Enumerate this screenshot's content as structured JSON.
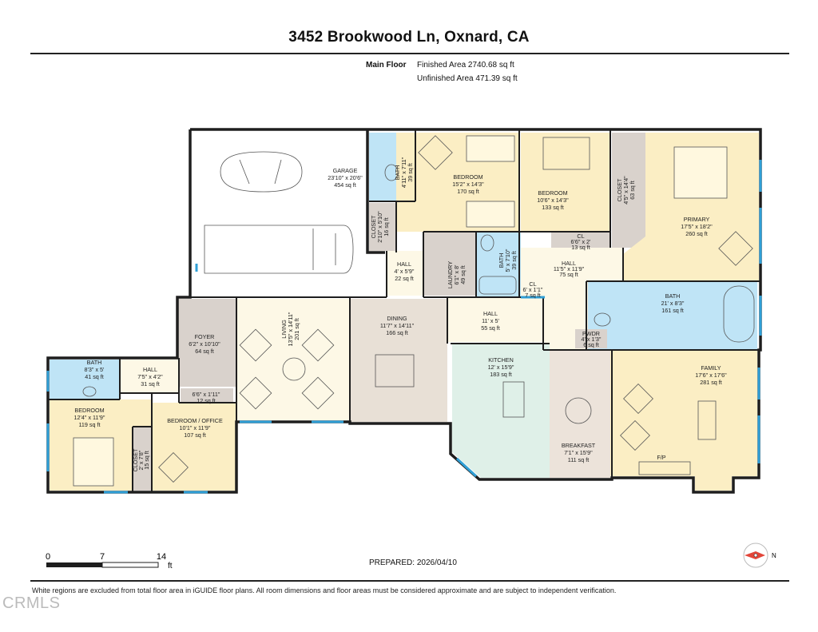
{
  "header": {
    "address": "3452 Brookwood Ln, Oxnard, CA",
    "floor_label": "Main Floor",
    "finished_area": "Finished Area 2740.68 sq ft",
    "unfinished_area": "Unfinished Area 471.39 sq ft"
  },
  "rooms": {
    "garage": {
      "name": "GARAGE",
      "dims": "23'10\" x 20'6\"",
      "area": "454 sq ft"
    },
    "bath1": {
      "name": "BATH",
      "dims": "4'11\" x 7'11\"",
      "area": "39 sq ft"
    },
    "bedroom1": {
      "name": "BEDROOM",
      "dims": "15'2\" x 14'3\"",
      "area": "170 sq ft"
    },
    "bedroom2": {
      "name": "BEDROOM",
      "dims": "10'6\" x 14'3\"",
      "area": "133 sq ft"
    },
    "closet_primary": {
      "name": "CLOSET",
      "dims": "4'5\" x 14'4\"",
      "area": "63 sq ft"
    },
    "primary": {
      "name": "PRIMARY",
      "dims": "17'5\" x 18'2\"",
      "area": "260 sq ft"
    },
    "closet1": {
      "name": "CLOSET",
      "dims": "2'10\" x 5'10\"",
      "area": "16 sq ft"
    },
    "hall1": {
      "name": "HALL",
      "dims": "4' x 5'9\"",
      "area": "22 sq ft"
    },
    "laundry": {
      "name": "LAUNDRY",
      "dims": "6'1\" x 8'",
      "area": "49 sq ft"
    },
    "bath2": {
      "name": "BATH",
      "dims": "5' x 7'10\"",
      "area": "39 sq ft"
    },
    "cl1": {
      "name": "CL",
      "dims": "6'6\" x 2'",
      "area": "13 sq ft"
    },
    "cl2": {
      "name": "CL",
      "dims": "6' x 1'1\"",
      "area": "7 sq ft"
    },
    "hall2": {
      "name": "HALL",
      "dims": "11'5\" x 11'9\"",
      "area": "75 sq ft"
    },
    "bath_primary": {
      "name": "BATH",
      "dims": "21' x 8'3\"",
      "area": "161 sq ft"
    },
    "pwdr": {
      "name": "PWDR",
      "dims": "4' x 1'3\"",
      "area": "6 sq ft"
    },
    "foyer": {
      "name": "FOYER",
      "dims": "6'2\" x 10'10\"",
      "area": "64 sq ft"
    },
    "living": {
      "name": "LIVING",
      "dims": "13'5\" x 14'11\"",
      "area": "201 sq ft"
    },
    "dining": {
      "name": "DINING",
      "dims": "11'7\" x 14'11\"",
      "area": "166 sq ft"
    },
    "hall3": {
      "name": "HALL",
      "dims": "11' x 5'",
      "area": "55 sq ft"
    },
    "kitchen": {
      "name": "KITCHEN",
      "dims": "12' x 15'9\"",
      "area": "183 sq ft"
    },
    "breakfast": {
      "name": "BREAKFAST",
      "dims": "7'1\" x 15'9\"",
      "area": "111 sq ft"
    },
    "family": {
      "name": "FAMILY",
      "dims": "17'6\" x 17'6\"",
      "area": "281 sq ft"
    },
    "fireplace": {
      "name": "F/P"
    },
    "bath3": {
      "name": "BATH",
      "dims": "8'3\" x 5'",
      "area": "41 sq ft"
    },
    "hall4": {
      "name": "HALL",
      "dims": "7'5\" x 4'2\"",
      "area": "31 sq ft"
    },
    "bedroom3": {
      "name": "BEDROOM",
      "dims": "12'4\" x 11'9\"",
      "area": "119 sq ft"
    },
    "closet2": {
      "name": "CLOSET",
      "dims": "2' x 7'8\"",
      "area": "15 sq ft"
    },
    "bedroom_office": {
      "name": "BEDROOM / OFFICE",
      "dims": "10'1\" x 11'9\"",
      "area": "107 sq ft"
    },
    "cl3": {
      "dims": "6'6\" x 1'11\"",
      "area": "12 sq ft"
    }
  },
  "scale": {
    "marks": [
      "0",
      "7",
      "14"
    ],
    "unit": "ft"
  },
  "prepared": "PREPARED: 2026/04/10",
  "compass_label": "N",
  "disclaimer": "White regions are excluded from total floor area in iGUIDE floor plans. All room dimensions and floor areas must be considered approximate and are subject to independent verification.",
  "watermark": "CRMLS",
  "colors": {
    "bedroom": "#fbeec4",
    "bath": "#bfe4f6",
    "hall": "#fdf8e6",
    "closet": "#d9d2cc",
    "dining": "#e8e0d6",
    "kitchen": "#dff0e8",
    "breakfast": "#ece3da",
    "wall": "#1e1e1e",
    "window": "#2f9fd6",
    "compass": "#e2463a"
  }
}
